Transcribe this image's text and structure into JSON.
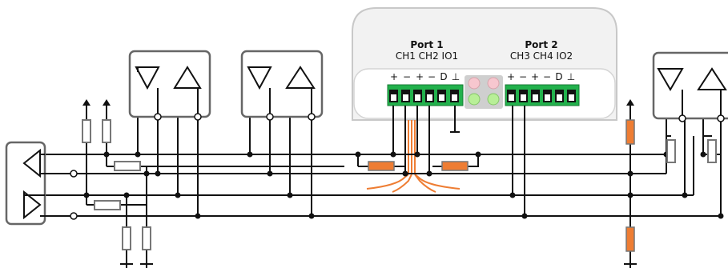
{
  "device": {
    "port1": {
      "title": "Port 1",
      "channels": "CH1 CH2 IO1",
      "pins": [
        "+",
        "−",
        "+",
        "−",
        "D",
        "⊥"
      ]
    },
    "port2": {
      "title": "Port 2",
      "channels": "CH3 CH4 IO2",
      "pins": [
        "+",
        "−",
        "+",
        "−",
        "D",
        "⊥"
      ]
    }
  },
  "colors": {
    "wire": "#111111",
    "frame": "#666666",
    "device_body": "#f2f2f2",
    "terminal_green": "#22b14c",
    "resistor_orange": "#ee7d33",
    "resistor_outline": "#777777",
    "led_red": "#f7c7cf",
    "led_green": "#b8ef97"
  },
  "icons": [
    "transceiver-icon",
    "resistor-icon",
    "ground-icon",
    "arrow-up-icon",
    "terminal-block-icon",
    "led-icon"
  ]
}
